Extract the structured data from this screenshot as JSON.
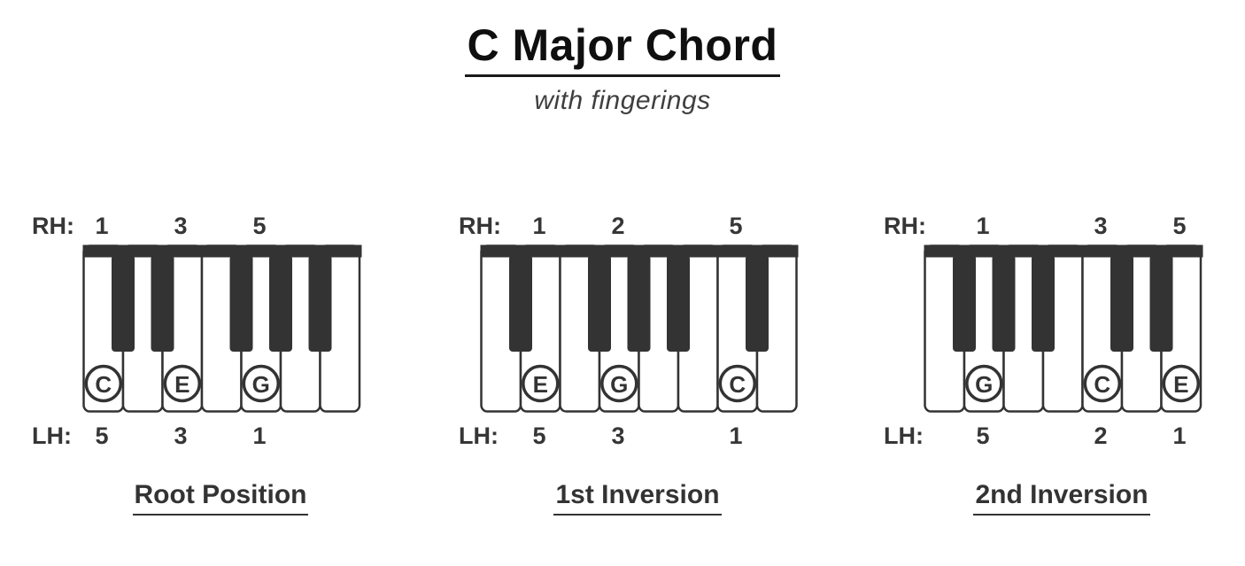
{
  "header": {
    "title": "C Major Chord",
    "subtitle": "with fingerings"
  },
  "colors": {
    "ink": "#333333",
    "title_ink": "#0f0f0f",
    "key_white": "#ffffff"
  },
  "diagrams": [
    {
      "caption": "Root Position",
      "rh_label": "RH:",
      "lh_label": "LH:",
      "white_keys": [
        "C",
        "D",
        "E",
        "F",
        "G",
        "A",
        "B"
      ],
      "black_keys_after": [
        0,
        1,
        3,
        4,
        5
      ],
      "notes": [
        {
          "key_index": 0,
          "letter": "C",
          "rh": "1",
          "lh": "5"
        },
        {
          "key_index": 2,
          "letter": "E",
          "rh": "3",
          "lh": "3"
        },
        {
          "key_index": 4,
          "letter": "G",
          "rh": "5",
          "lh": "1"
        }
      ]
    },
    {
      "caption": "1st Inversion",
      "rh_label": "RH:",
      "lh_label": "LH:",
      "white_keys": [
        "D",
        "E",
        "F",
        "G",
        "A",
        "B",
        "C",
        "D"
      ],
      "black_keys_after": [
        0,
        2,
        3,
        4,
        6
      ],
      "notes": [
        {
          "key_index": 1,
          "letter": "E",
          "rh": "1",
          "lh": "5"
        },
        {
          "key_index": 3,
          "letter": "G",
          "rh": "2",
          "lh": "3"
        },
        {
          "key_index": 6,
          "letter": "C",
          "rh": "5",
          "lh": "1"
        }
      ]
    },
    {
      "caption": "2nd Inversion",
      "rh_label": "RH:",
      "lh_label": "LH:",
      "white_keys": [
        "F",
        "G",
        "A",
        "B",
        "C",
        "D",
        "E"
      ],
      "black_keys_after": [
        0,
        1,
        2,
        4,
        5
      ],
      "notes": [
        {
          "key_index": 1,
          "letter": "G",
          "rh": "1",
          "lh": "5"
        },
        {
          "key_index": 4,
          "letter": "C",
          "rh": "3",
          "lh": "2"
        },
        {
          "key_index": 6,
          "letter": "E",
          "rh": "5",
          "lh": "1"
        }
      ]
    }
  ]
}
